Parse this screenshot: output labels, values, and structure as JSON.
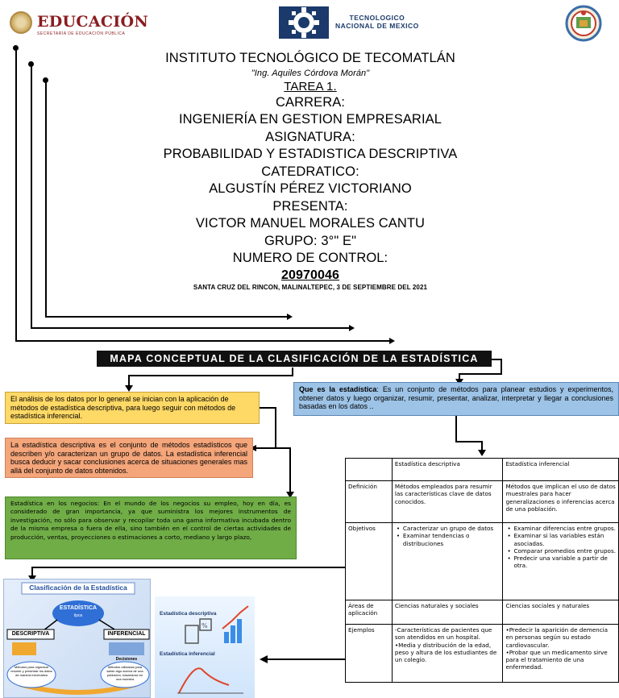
{
  "logos": {
    "educacion_word": "EDUCACIÓN",
    "educacion_sub": "SECRETARÍA DE EDUCACIÓN PÚBLICA",
    "tecnm_line1": "TECNOLOGICO",
    "tecnm_line2": "NACIONAL DE MEXICO"
  },
  "title": {
    "institute": "INSTITUTO TECNOLÓGICO DE TECOMATLÁN",
    "namesake": "\"Ing. Aquiles Córdova Morán\"",
    "tarea": "TAREA 1.",
    "carrera_label": "CARRERA:",
    "carrera": "INGENIERÍA EN GESTION EMPRESARIAL",
    "asignatura_label": "ASIGNATURA:",
    "asignatura": "PROBABILIDAD Y ESTADISTICA DESCRIPTIVA",
    "catedratico_label": "CATEDRATICO:",
    "catedratico": "ALGUSTÍN PÉREZ VICTORIANO",
    "presenta_label": "PRESENTA:",
    "alumno": "VICTOR MANUEL MORALES CANTU",
    "grupo": "GRUPO: 3°\" E\"",
    "control_label": "NUMERO DE CONTROL:",
    "control": "20970046",
    "lugar_fecha": "SANTA CRUZ DEL RINCON, MALINALTEPEC, 3 DE SEPTIEMBRE DEL 2021"
  },
  "mapa": {
    "banner": "MAPA CONCEPTUAL DE LA CLASIFICACIÓN DE LA ESTADÍSTICA",
    "que_es_bold": "Que es la estadística",
    "que_es_text": ": Es un conjunto de métodos para planear estudios y experimentos, obtener datos y luego organizar, resumir, presentar, analizar, interpretar y llegar a conclusiones basadas en los datos ..",
    "analisis": "El análisis de los datos por lo general se inician con la aplicación de métodos de estadística descriptiva, para luego seguir con métodos de estadística inferencial.",
    "descriptiva": "La estadística descriptiva es el conjunto de métodos estadísticos que describen y/o caracterizan un grupo de datos. La estadística inferencial busca deducir y sacar conclusiones acerca de situaciones generales mas allá del conjunto de datos obtenidos.",
    "negocios": "Estadística en los negocios: En el mundo de los negocios su empleo, hoy en día, es considerado de gran importancia, ya que suministra los mejores instrumentos de investigación, no sólo para observar y recopilar toda una gama informativa incubada dentro de la misma empresa o fuera de ella, sino también en el control de ciertas actividades de producción, ventas, proyecciones o estimaciones a corto, mediano y largo plazo,"
  },
  "table": {
    "headers": [
      "",
      "Estadística descriptiva",
      "Estadística inferencial"
    ],
    "definicion_label": "Definición",
    "definicion_desc": "Métodos empleados para resumir las características clave de datos conocidos.",
    "definicion_inf": "Métodos que implican el uso de datos muestrales para hacer generalizaciones o inferencias acerca de una población.",
    "objetivos_label": "Objetivos",
    "objetivos_desc": [
      "Caracterizar un grupo de datos",
      "Examinar tendencias o distribuciones"
    ],
    "objetivos_inf": [
      "Examinar diferencias entre grupos.",
      "Examinar si las variables están asociadas.",
      "Comparar promedios entre grupos.",
      "Predecir una variable a partir de otra."
    ],
    "areas_label": "Áreas de aplicación",
    "areas_desc": "Ciencias naturales y sociales",
    "areas_inf": "Ciencias sociales y naturales",
    "ejemplos_label": "Ejemplos",
    "ejemplos_desc": [
      "-Características de pacientes que son atendidos en un hospital.",
      "•Media y distribución de la edad, peso y altura de los estudiantes de un colegio."
    ],
    "ejemplos_inf": [
      "•Predecir la aparición de demencia en personas según su estado cardiovascular.",
      "•Probar que un medicamento sirve para el tratamiento de una enfermedad."
    ]
  },
  "image1": {
    "title": "Clasificación de la Estadística",
    "center": "ESTADÍSTICA",
    "center_sub": "tipos",
    "left": "DESCRIPTIVA",
    "right": "INFERENCIAL",
    "left_caption": "Métodos para organizar resumir y presentar los datos de manera informativa",
    "right_caption": "Métodos utilizados para saber algo acerca de una población, basándose en una muestra",
    "right_tag": "Decisiones"
  },
  "image2": {
    "label1": "Estadística descriptiva",
    "label2": "Estadística inferencial"
  },
  "colors": {
    "blue_box": "#9dc3e6",
    "yellow_box": "#ffd966",
    "orange_box": "#f4a57a",
    "green_box": "#70ad47",
    "banner": "#111111"
  }
}
